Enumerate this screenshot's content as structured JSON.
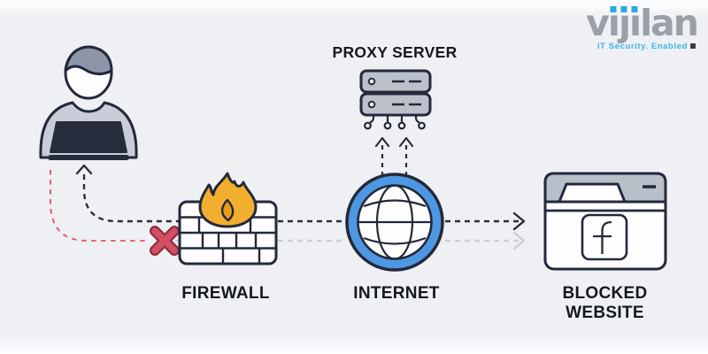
{
  "brand": {
    "name": "vijilan",
    "tagline": "IT Security. Enabled"
  },
  "nodes": {
    "user": {
      "icon": "person-at-laptop"
    },
    "proxy_server": {
      "label": "PROXY SERVER",
      "icon": "server-stack"
    },
    "firewall": {
      "label": "FIREWALL",
      "icon": "brick-wall-with-flame"
    },
    "internet": {
      "label": "INTERNET",
      "icon": "globe"
    },
    "blocked_website": {
      "label": "BLOCKED WEBSITE",
      "icon": "browser-window-facebook-f"
    }
  },
  "connections": [
    {
      "from": "firewall",
      "to": "user",
      "style": "black-dashed",
      "end": "arrow-at-user"
    },
    {
      "from": "firewall",
      "to": "internet",
      "style": "black-dashed"
    },
    {
      "from": "internet",
      "to": "proxy_server",
      "style": "black-dashed",
      "end": "two-up-arrows"
    },
    {
      "from": "internet",
      "to": "blocked_website",
      "style": "black-dashed",
      "end": "arrow-right"
    },
    {
      "from": "user",
      "to": "firewall",
      "style": "red-dashed",
      "end": "blocked-x-mark"
    },
    {
      "from": "firewall",
      "to": "blocked_website",
      "style": "gray-dashed",
      "end": "arrow-right"
    }
  ],
  "colors": {
    "letter_color": "#9aa0a8",
    "dot_color": "#2fa8dd",
    "tagline_color": "#3cb4e5",
    "square_color": "#3a3f46",
    "ink": "#23293a",
    "line_dark": "#2a2e36",
    "line_gray": "#cbced4",
    "line_red": "#e66176",
    "x_red": "#d34f63",
    "x_red_dark": "#8e2e40",
    "globe_blue": "#4e97e3",
    "flame": "#f2ae2e",
    "flame_inner": "#ea9c19",
    "server_gray": "#bcc0ca",
    "header_gray": "#b9bfc8",
    "hair_gray": "#8d95a8",
    "shirt_gray": "#c9cdd8",
    "laptop_dark": "#262c3c",
    "fill_white": "#fdfdfe"
  }
}
